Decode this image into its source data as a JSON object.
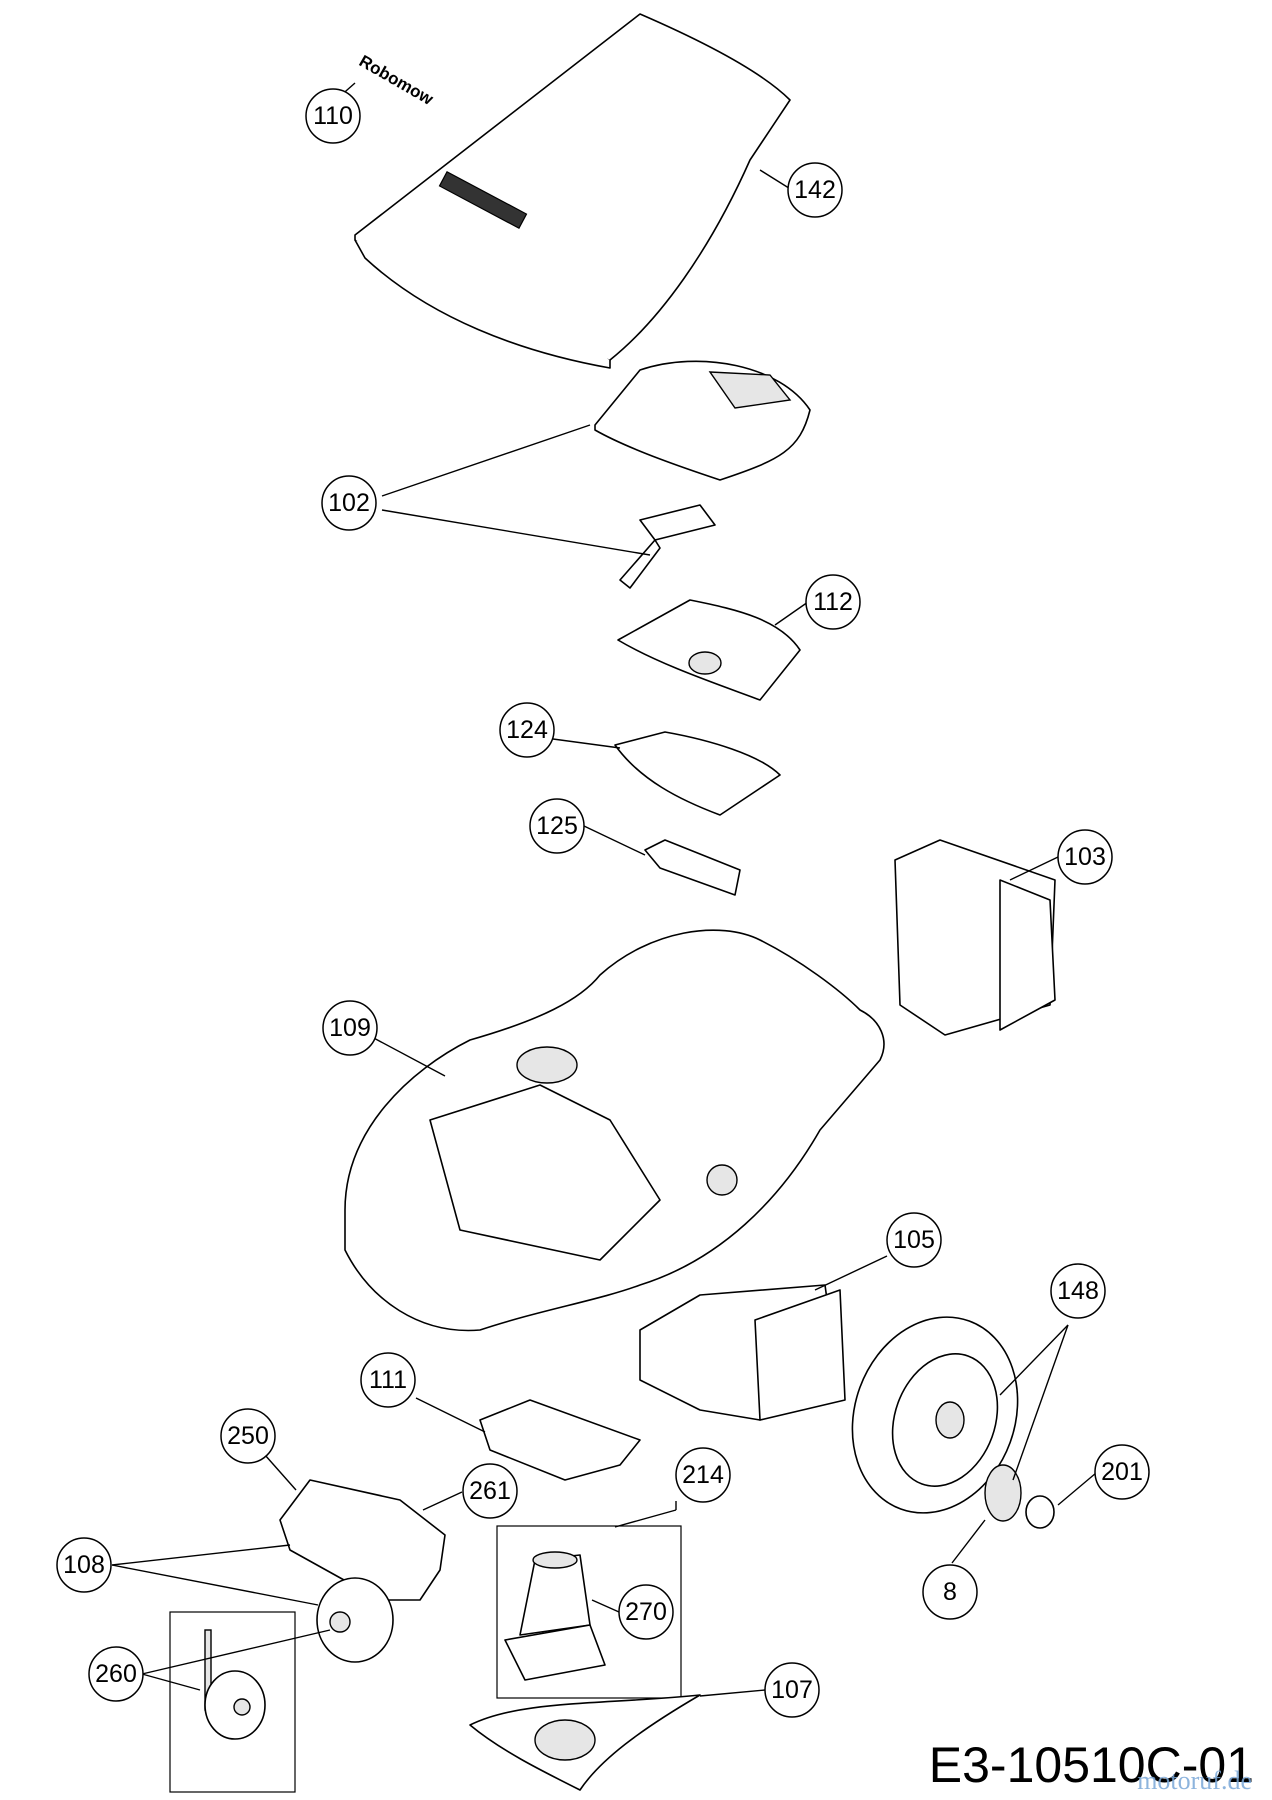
{
  "drawing_code": "E3-10510C-01",
  "watermark": "motoruf.de",
  "logo_text": "Robomow",
  "callouts": [
    {
      "id": "110",
      "label": "110"
    },
    {
      "id": "142",
      "label": "142"
    },
    {
      "id": "102",
      "label": "102"
    },
    {
      "id": "112",
      "label": "112"
    },
    {
      "id": "124",
      "label": "124"
    },
    {
      "id": "125",
      "label": "125"
    },
    {
      "id": "103",
      "label": "103"
    },
    {
      "id": "109",
      "label": "109"
    },
    {
      "id": "105",
      "label": "105"
    },
    {
      "id": "148",
      "label": "148"
    },
    {
      "id": "111",
      "label": "111"
    },
    {
      "id": "250",
      "label": "250"
    },
    {
      "id": "261",
      "label": "261"
    },
    {
      "id": "214",
      "label": "214"
    },
    {
      "id": "201",
      "label": "201"
    },
    {
      "id": "108",
      "label": "108"
    },
    {
      "id": "270",
      "label": "270"
    },
    {
      "id": "8",
      "label": "8"
    },
    {
      "id": "260",
      "label": "260"
    },
    {
      "id": "107",
      "label": "107"
    }
  ]
}
